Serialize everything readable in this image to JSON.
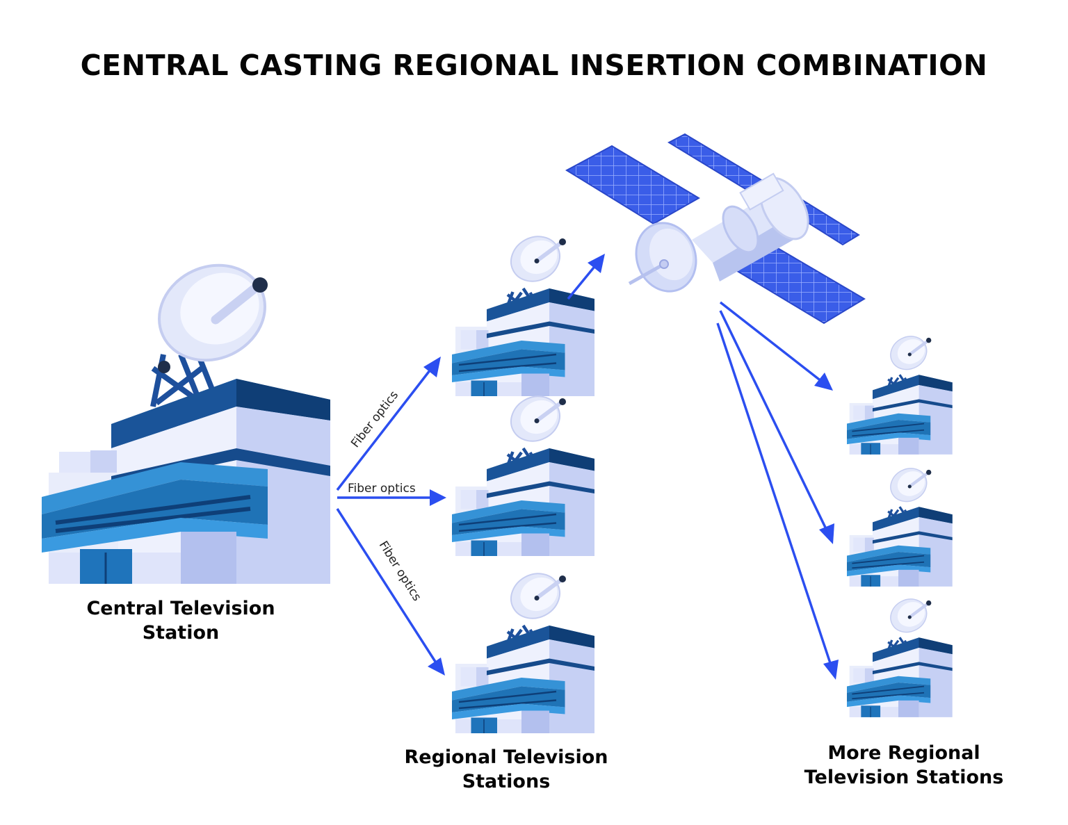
{
  "title": "CENTRAL CASTING REGIONAL INSERTION COMBINATION",
  "central_station": {
    "label_line1": "Central Television",
    "label_line2": "Station"
  },
  "regional_stations": {
    "label_line1": "Regional Television",
    "label_line2": "Stations"
  },
  "more_regional_stations": {
    "label_line1": "More Regional",
    "label_line2": "Television Stations"
  },
  "links": [
    {
      "label": "Fiber optics"
    },
    {
      "label": "Fiber optics"
    },
    {
      "label": "Fiber optics"
    }
  ],
  "colors": {
    "arrow": "#2b4ef0",
    "building_light": "#e8ecfb",
    "building_mid": "#c3cdf3",
    "building_dark": "#15538f",
    "glass": "#2e86c8",
    "solar_panel": "#3a5de8"
  },
  "icons": [
    "building-icon",
    "satellite-dish-icon",
    "satellite-icon",
    "arrow-icon"
  ]
}
